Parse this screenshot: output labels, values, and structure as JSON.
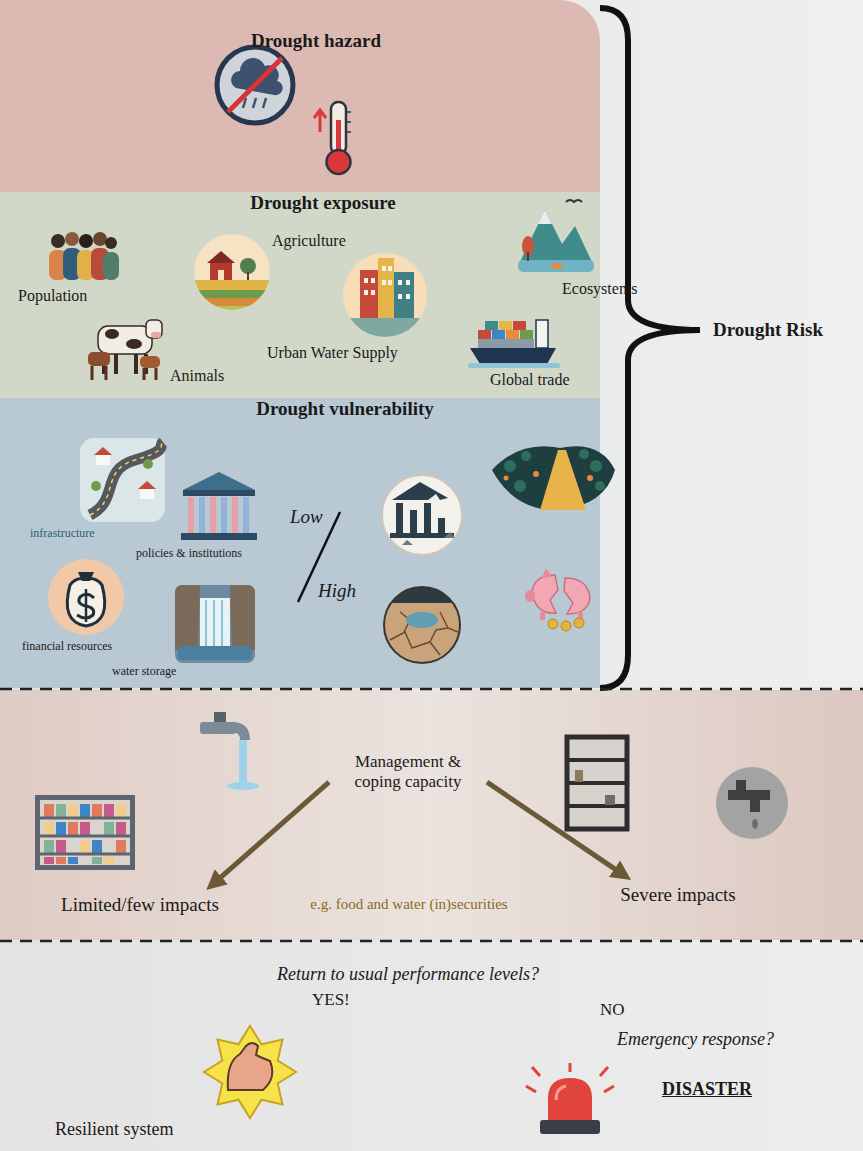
{
  "diagram": {
    "nodes": [
      {
        "text": [
          "Drought hazard"
        ]
      },
      {
        "text": [
          "Drought exposure"
        ]
      },
      {
        "text": [
          "Drought vulnerability"
        ]
      },
      {
        "text": [
          "e.g. food and water (in)securities"
        ]
      },
      {
        "text": [
          "Management & coping capacity"
        ],
        "in": 3
      },
      {
        "text": [
          "Limited/few impacts"
        ],
        "in": 3
      },
      {
        "text": [
          "Severe impacts"
        ],
        "in": 3
      },
      {
        "text": [
          "Return to usual performance levels?"
        ]
      }
    ],
    "edges": [
      {
        "from": 4,
        "to": 5,
        "arrow": "to"
      },
      {
        "from": 4,
        "to": 6,
        "arrow": "to"
      }
    ],
    "labels": [
      "Population",
      "Agriculture",
      "Ecosystems",
      "Urban Water Supply",
      "Animals",
      "Global trade",
      "infrastructure",
      "policies & institutions",
      "financial resources",
      "water storage",
      "Low",
      "High",
      "Drought Risk",
      "YES!",
      "NO",
      "Emergency response?",
      "DISASTER",
      "Resilient system"
    ]
  }
}
